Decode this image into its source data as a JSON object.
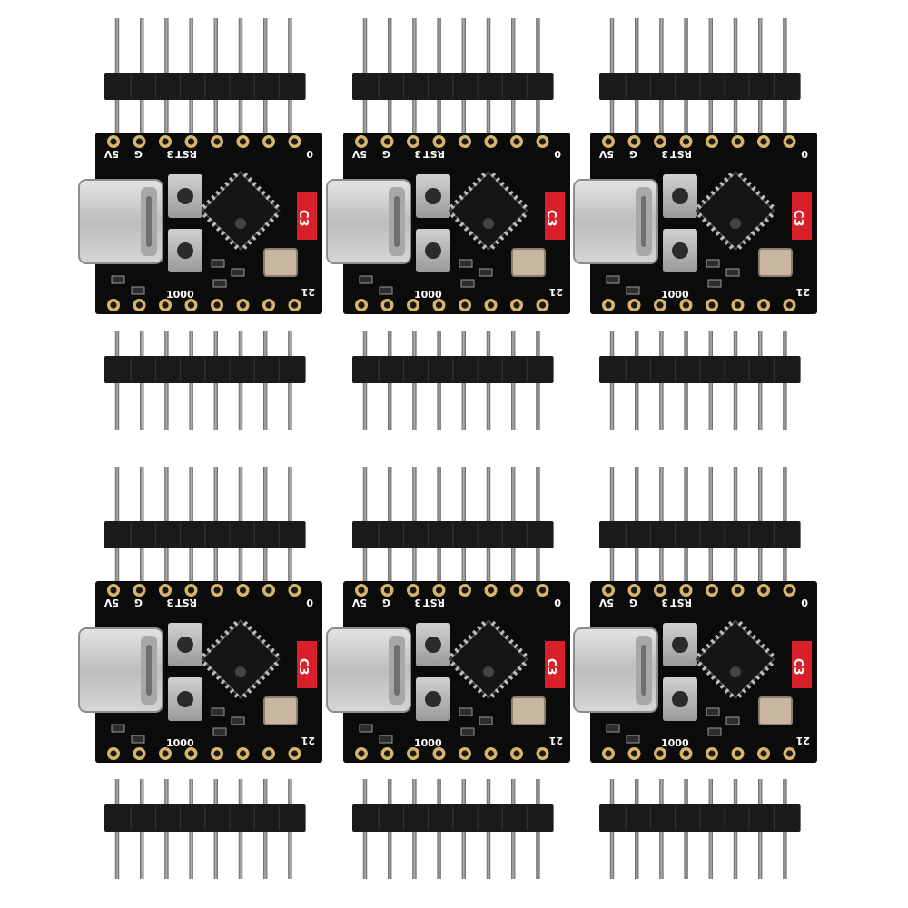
{
  "product": {
    "unit_count": 6,
    "layout": "3 columns x 2 rows",
    "header_pins_per_strip": 8,
    "strips_per_board": 2
  },
  "board": {
    "label_chip": "C3",
    "label_reset": "RST",
    "label_5v": "5V",
    "label_gnd": "G",
    "label_3v3": "3",
    "label_pin_first": "0",
    "label_pin_last": "21",
    "label_resistor": "1000"
  },
  "colors": {
    "pcb": "#0b0b0b",
    "pad_gold": "#d9b56a",
    "header_plastic": "#1a1a1a",
    "pin_metal": "#8a8a8a",
    "usb_shell": "#c9c9c9",
    "chip_label": "#d81f2a",
    "crystal": "#c9b7a2"
  },
  "icons": {
    "usb_connector": "usb-c-port-icon",
    "mcu": "qfn-chip-icon",
    "button": "tactile-button-icon",
    "crystal": "crystal-oscillator-icon"
  }
}
